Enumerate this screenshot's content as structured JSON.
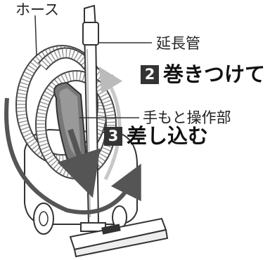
{
  "labels": {
    "hose": "ホース",
    "extension_pipe": "延長管",
    "hand_grip": "手もと操作部"
  },
  "steps": [
    {
      "number": "2",
      "text": "巻きつけて"
    },
    {
      "number": "3",
      "text": "差し込む"
    }
  ],
  "colors": {
    "line": "#333333",
    "arrow_dark": "#555555",
    "arrow_light": "#c8c8c8",
    "badge_bg": "#333333"
  }
}
